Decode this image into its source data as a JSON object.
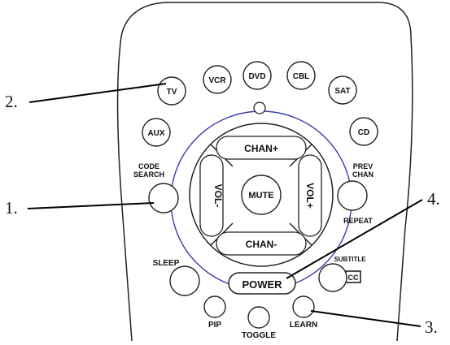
{
  "source_buttons": {
    "tv": "TV",
    "vcr": "VCR",
    "dvd": "DVD",
    "cbl": "CBL",
    "sat": "SAT",
    "aux": "AUX",
    "cd": "CD"
  },
  "code_search": {
    "line1": "CODE",
    "line2": "SEARCH"
  },
  "prev_chan": {
    "line1": "PREV",
    "line2": "CHAN"
  },
  "dpad": {
    "up": "CHAN+",
    "down": "CHAN-",
    "left": "VOL-",
    "right": "VOL+",
    "center": "MUTE"
  },
  "repeat_label": "REPEAT",
  "sleep_label": "SLEEP",
  "subtitle_label": "SUBTITLE",
  "cc_label": "CC",
  "power_label": "POWER",
  "pip_label": "PIP",
  "toggle_label": "TOGGLE",
  "learn_label": "LEARN",
  "callouts": {
    "one": "1.",
    "two": "2.",
    "three": "3.",
    "four": "4."
  }
}
